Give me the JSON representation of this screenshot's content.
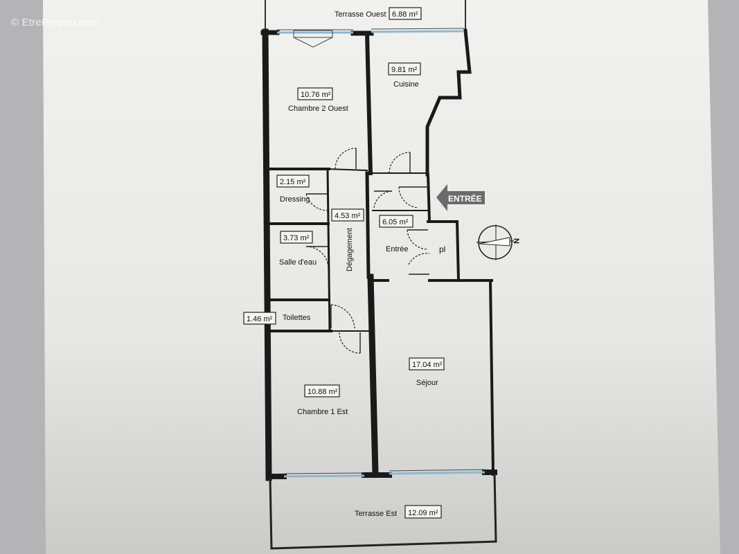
{
  "watermark": "© EtreProprio.com",
  "rooms": {
    "terrasse_ouest": {
      "name": "Terrasse Ouest",
      "area": "6.88 m²"
    },
    "cuisine": {
      "name": "Cuisine",
      "area": "9.81 m²"
    },
    "chambre2": {
      "name": "Chambre 2 Ouest",
      "area": "10.76 m²"
    },
    "dressing": {
      "name": "Dressing",
      "area": "2.15 m²"
    },
    "degagement": {
      "name": "Dégagement",
      "area": "4.53 m²"
    },
    "entree": {
      "name": "Entrée",
      "area": "6.05 m²"
    },
    "salle_eau": {
      "name": "Salle d'eau",
      "area": "3.73 m²"
    },
    "placard": {
      "name": "pl"
    },
    "toilettes": {
      "name": "Toilettes",
      "area": "1.46 m²"
    },
    "chambre1": {
      "name": "Chambre 1 Est",
      "area": "10.88 m²"
    },
    "sejour": {
      "name": "Séjour",
      "area": "17.04 m²"
    },
    "terrasse_est": {
      "name": "Terrasse Est",
      "area": "12.09 m²"
    }
  },
  "entrance_label": "ENTRÉE",
  "compass_label": "N",
  "colors": {
    "paper": "#f1f1ef",
    "wall": "#1a1a1a",
    "window": "#8fb7cf",
    "shadow": "#b9b9bb"
  }
}
